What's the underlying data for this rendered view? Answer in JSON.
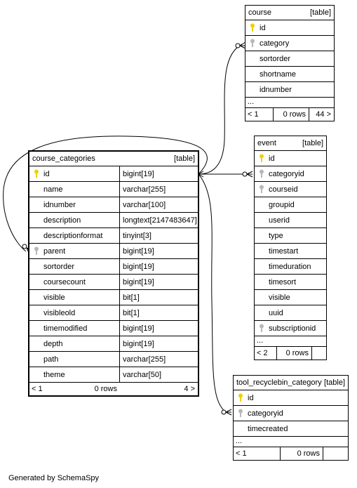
{
  "footer": "Generated by SchemaSpy",
  "tables": {
    "course": {
      "name": "course",
      "tag": "[table]",
      "columns": [
        {
          "name": "id",
          "key": "pk"
        },
        {
          "name": "category",
          "key": "fk"
        },
        {
          "name": "sortorder",
          "key": ""
        },
        {
          "name": "shortname",
          "key": ""
        },
        {
          "name": "idnumber",
          "key": ""
        }
      ],
      "more": "...",
      "footer": {
        "parents": "< 1",
        "rows": "0 rows",
        "children": "44 >"
      }
    },
    "event": {
      "name": "event",
      "tag": "[table]",
      "columns": [
        {
          "name": "id",
          "key": "pk"
        },
        {
          "name": "categoryid",
          "key": "fk"
        },
        {
          "name": "courseid",
          "key": "fk"
        },
        {
          "name": "groupid",
          "key": ""
        },
        {
          "name": "userid",
          "key": ""
        },
        {
          "name": "type",
          "key": ""
        },
        {
          "name": "timestart",
          "key": ""
        },
        {
          "name": "timeduration",
          "key": ""
        },
        {
          "name": "timesort",
          "key": ""
        },
        {
          "name": "visible",
          "key": ""
        },
        {
          "name": "uuid",
          "key": ""
        },
        {
          "name": "subscriptionid",
          "key": "fk"
        }
      ],
      "more": "...",
      "footer": {
        "parents": "< 2",
        "rows": "0 rows",
        "children": ""
      }
    },
    "course_categories": {
      "name": "course_categories",
      "tag": "[table]",
      "columns": [
        {
          "name": "id",
          "type": "bigint[19]",
          "key": "pk"
        },
        {
          "name": "name",
          "type": "varchar[255]",
          "key": ""
        },
        {
          "name": "idnumber",
          "type": "varchar[100]",
          "key": ""
        },
        {
          "name": "description",
          "type": "longtext[2147483647]",
          "key": ""
        },
        {
          "name": "descriptionformat",
          "type": "tinyint[3]",
          "key": ""
        },
        {
          "name": "parent",
          "type": "bigint[19]",
          "key": "fk"
        },
        {
          "name": "sortorder",
          "type": "bigint[19]",
          "key": ""
        },
        {
          "name": "coursecount",
          "type": "bigint[19]",
          "key": ""
        },
        {
          "name": "visible",
          "type": "bit[1]",
          "key": ""
        },
        {
          "name": "visibleold",
          "type": "bit[1]",
          "key": ""
        },
        {
          "name": "timemodified",
          "type": "bigint[19]",
          "key": ""
        },
        {
          "name": "depth",
          "type": "bigint[19]",
          "key": ""
        },
        {
          "name": "path",
          "type": "varchar[255]",
          "key": ""
        },
        {
          "name": "theme",
          "type": "varchar[50]",
          "key": ""
        }
      ],
      "footer": {
        "parents": "< 1",
        "rows": "0 rows",
        "children": "4 >"
      }
    },
    "tool_recyclebin_category": {
      "name": "tool_recyclebin_category",
      "tag": "[table]",
      "columns": [
        {
          "name": "id",
          "key": "pk"
        },
        {
          "name": "categoryid",
          "key": "fk"
        },
        {
          "name": "timecreated",
          "key": ""
        }
      ],
      "more": "...",
      "footer": {
        "parents": "< 1",
        "rows": "0 rows",
        "children": ""
      }
    }
  },
  "colors": {
    "pk_key": "#f0d000",
    "fk_key": "#b8b8b8",
    "line": "#000000"
  }
}
